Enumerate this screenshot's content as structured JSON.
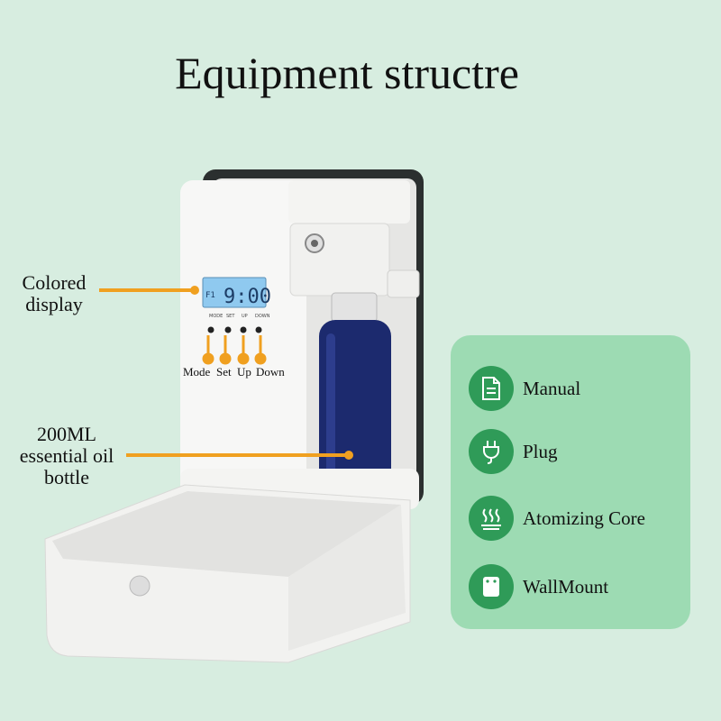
{
  "title": "Equipment structre",
  "callouts": {
    "display": "Colored display",
    "bottle": "200ML essential oil bottle"
  },
  "screen": {
    "time": "9:00",
    "buttons": [
      "MODE",
      "SET",
      "UP",
      "DOWN"
    ]
  },
  "button_labels": [
    "Mode",
    "Set",
    "Up",
    "Down"
  ],
  "features": [
    {
      "label": "Manual",
      "icon": "manual-icon"
    },
    {
      "label": "Plug",
      "icon": "plug-icon"
    },
    {
      "label": "Atomizing Core",
      "icon": "atomizing-core-icon"
    },
    {
      "label": "WallMount",
      "icon": "wall-mount-icon"
    }
  ],
  "colors": {
    "background": "#d7ede0",
    "panel": "#9ddbb3",
    "icon_circle": "#2f9b58",
    "callout_line": "#f0a020",
    "bottle": "#1c2a6e"
  }
}
